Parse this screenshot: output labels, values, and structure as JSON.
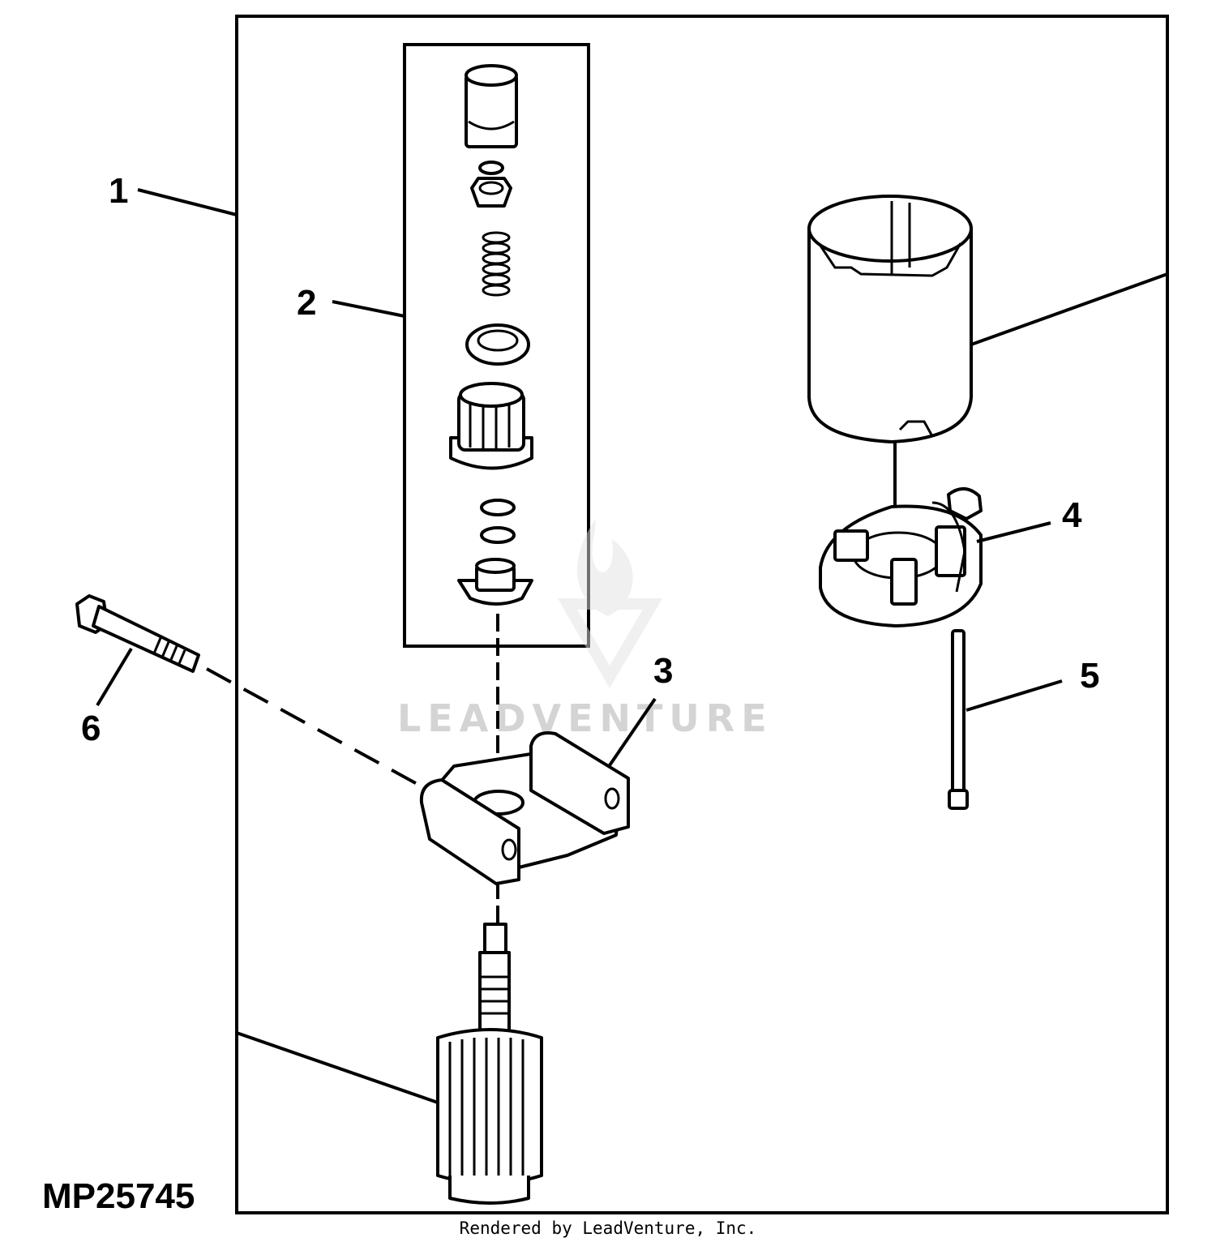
{
  "figure": {
    "code": "MP25745",
    "footer": "Rendered by LeadVenture, Inc.",
    "watermark": "LEADVENTURE",
    "callouts": [
      "1",
      "2",
      "3",
      "4",
      "5",
      "6"
    ]
  }
}
